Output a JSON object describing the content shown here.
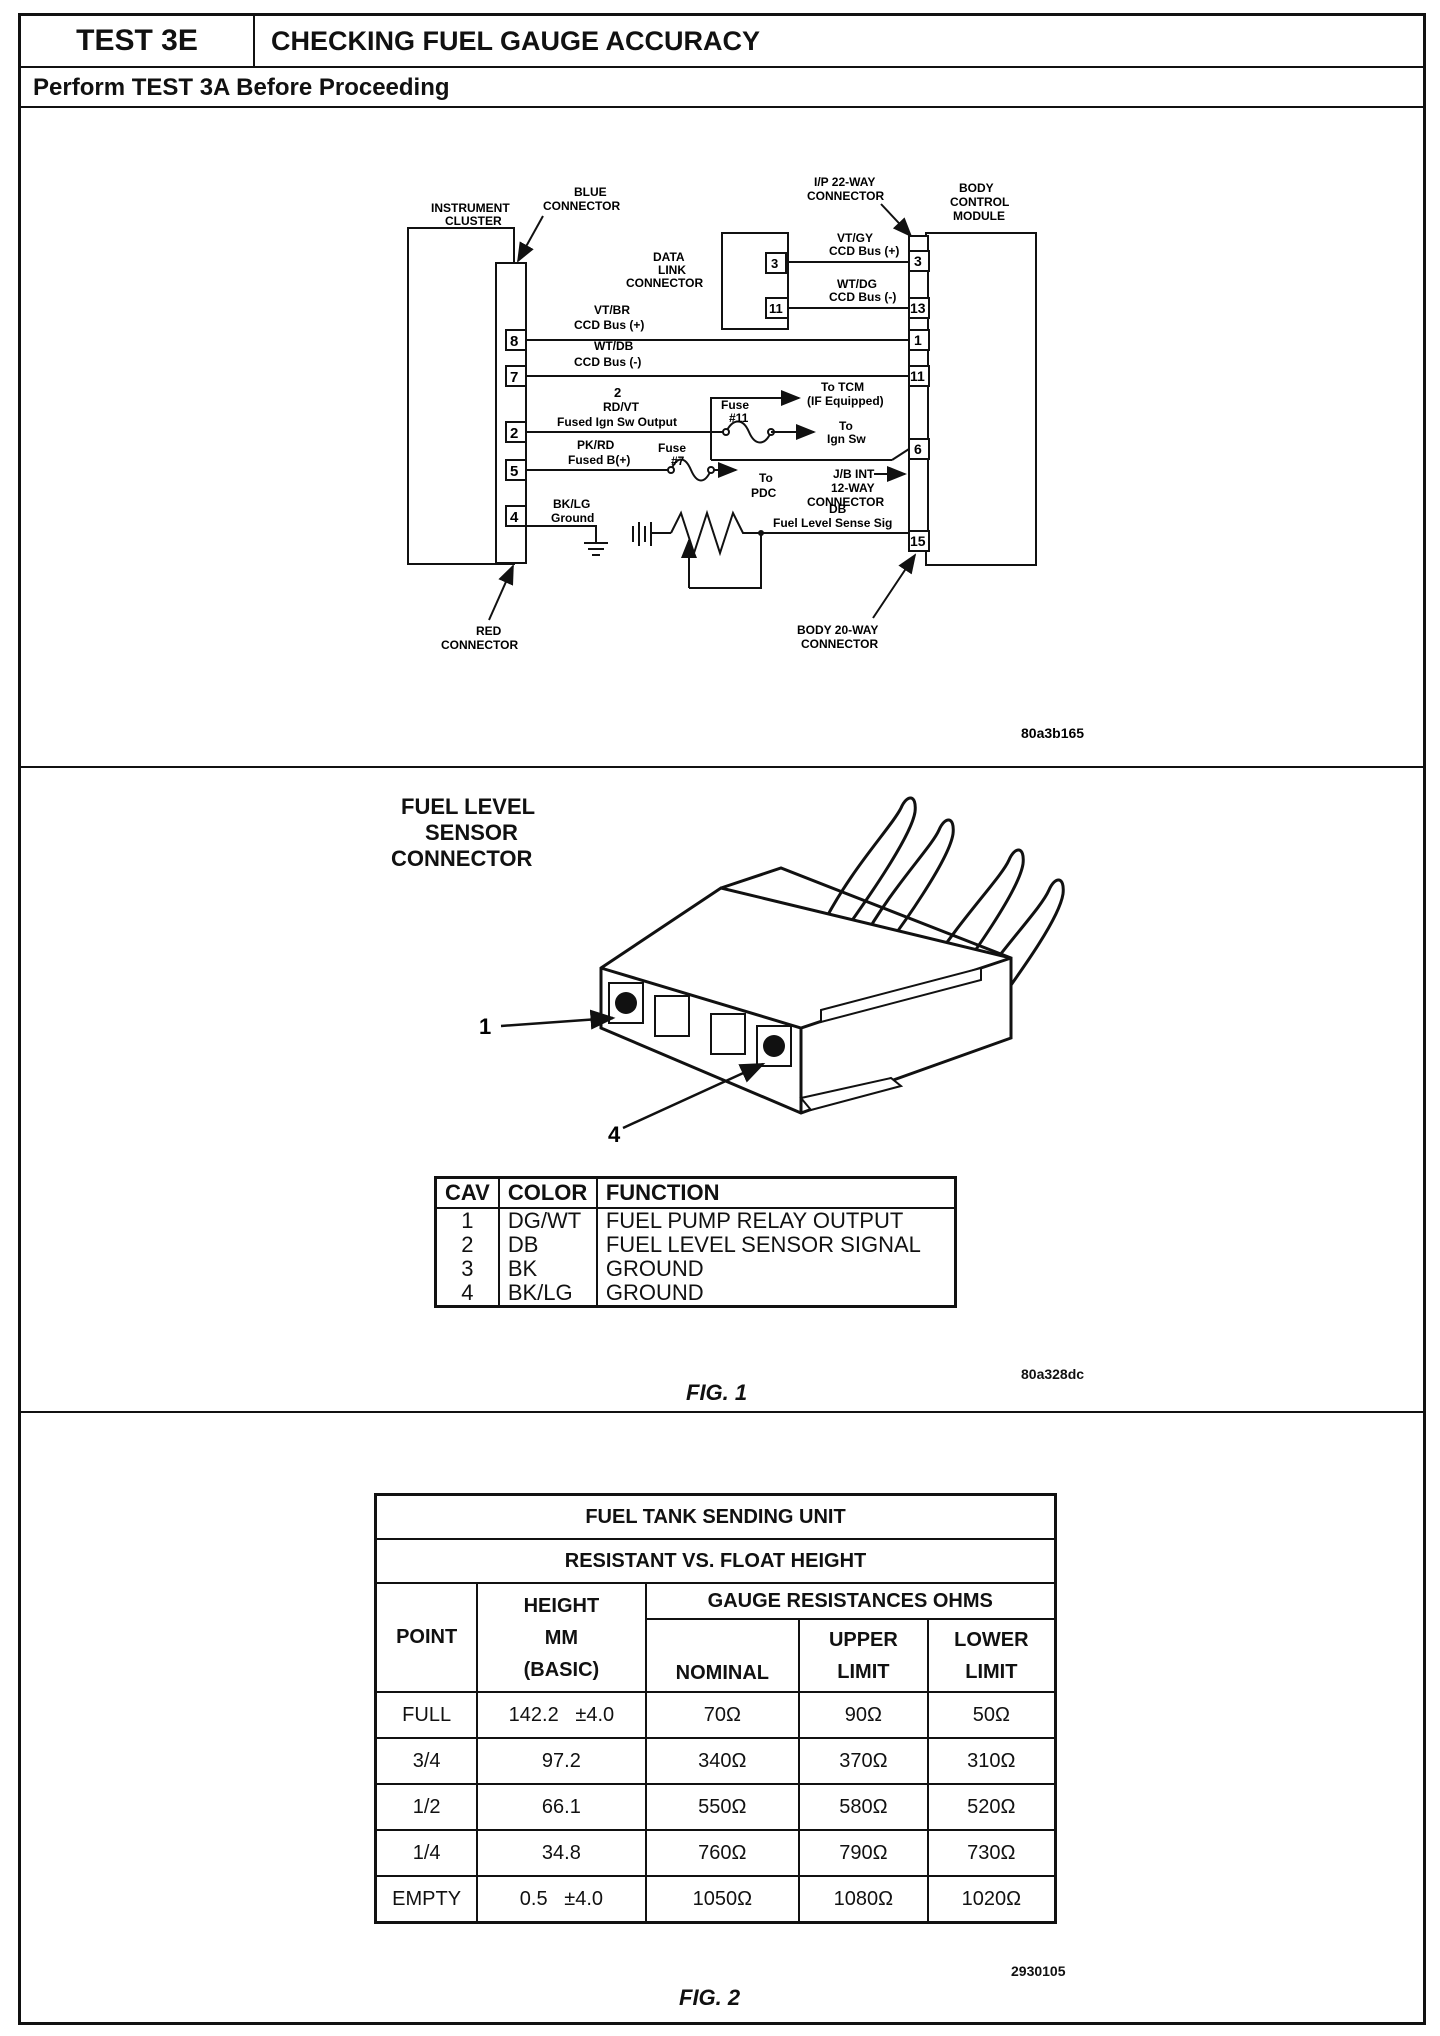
{
  "header": {
    "test_label": "TEST 3E",
    "title": "CHECKING FUEL GAUGE ACCURACY",
    "prerequisite": "Perform TEST 3A Before Proceeding"
  },
  "wiring": {
    "instrument_cluster": [
      "INSTRUMENT",
      "CLUSTER"
    ],
    "blue_connector": [
      "BLUE",
      "CONNECTOR"
    ],
    "red_connector": [
      "RED",
      "CONNECTOR"
    ],
    "data_link_connector": [
      "DATA",
      "LINK",
      "CONNECTOR"
    ],
    "ip_connector": [
      "I/P 22-WAY",
      "CONNECTOR"
    ],
    "bcm": [
      "BODY",
      "CONTROL",
      "MODULE"
    ],
    "jb_connector": [
      "J/B INT",
      "12-WAY",
      "CONNECTOR"
    ],
    "body_connector": [
      "BODY 20-WAY",
      "CONNECTOR"
    ],
    "cluster_pins": [
      "8",
      "7",
      "2",
      "5",
      "4"
    ],
    "dlc_pins": [
      "3",
      "11"
    ],
    "bcm_pins": [
      "3",
      "13",
      "1",
      "11",
      "6",
      "15"
    ],
    "wires": {
      "vt_gy": "VT/GY",
      "ccd_plus_a": "CCD Bus (+)",
      "wt_dg": "WT/DG",
      "ccd_minus_a": "CCD Bus (-)",
      "vt_br": "VT/BR",
      "ccd_plus_b": "CCD Bus (+)",
      "wt_db": "WT/DB",
      "ccd_minus_b": "CCD Bus (-)",
      "rd_vt_count": "2",
      "rd_vt": "RD/VT",
      "fused_ign": "Fused Ign Sw Output",
      "pk_rd": "PK/RD",
      "fused_b": "Fused B(+)",
      "bk_lg": "BK/LG",
      "ground": "Ground",
      "db": "DB",
      "fuel_sense": "Fuel Level Sense Sig"
    },
    "to_tcm": [
      "To TCM",
      "(IF Equipped)"
    ],
    "fuse_11": [
      "Fuse",
      "#11"
    ],
    "fuse_7": [
      "Fuse",
      "#7"
    ],
    "to_ign": [
      "To",
      "Ign Sw"
    ],
    "to_pdc": [
      "To",
      "PDC"
    ],
    "code": "80a3b165"
  },
  "connector_fig": {
    "title": [
      "FUEL LEVEL",
      "SENSOR",
      "CONNECTOR"
    ],
    "callout_1": "1",
    "callout_4": "4",
    "table_headers": [
      "CAV",
      "COLOR",
      "FUNCTION"
    ],
    "table_rows": [
      [
        "1",
        "DG/WT",
        "FUEL PUMP RELAY OUTPUT"
      ],
      [
        "2",
        "DB",
        "FUEL LEVEL SENSOR SIGNAL"
      ],
      [
        "3",
        "BK",
        "GROUND"
      ],
      [
        "4",
        "BK/LG",
        "GROUND"
      ]
    ],
    "code": "80a328dc",
    "fig_label": "FIG. 1"
  },
  "resistance_fig": {
    "title": "FUEL TANK SENDING UNIT",
    "subtitle": "RESISTANT VS. FLOAT HEIGHT",
    "col_point": "POINT",
    "col_height": [
      "HEIGHT",
      "MM",
      "(BASIC)"
    ],
    "col_gauge": "GAUGE RESISTANCES OHMS",
    "col_nominal": "NOMINAL",
    "col_upper": [
      "UPPER",
      "LIMIT"
    ],
    "col_lower": [
      "LOWER",
      "LIMIT"
    ],
    "rows": [
      [
        "FULL",
        "142.2   ±4.0",
        "70Ω",
        "90Ω",
        "50Ω"
      ],
      [
        "3/4",
        "97.2",
        "340Ω",
        "370Ω",
        "310Ω"
      ],
      [
        "1/2",
        "66.1",
        "550Ω",
        "580Ω",
        "520Ω"
      ],
      [
        "1/4",
        "34.8",
        "760Ω",
        "790Ω",
        "730Ω"
      ],
      [
        "EMPTY",
        "0.5   ±4.0",
        "1050Ω",
        "1080Ω",
        "1020Ω"
      ]
    ],
    "code": "2930105",
    "fig_label": "FIG. 2"
  }
}
